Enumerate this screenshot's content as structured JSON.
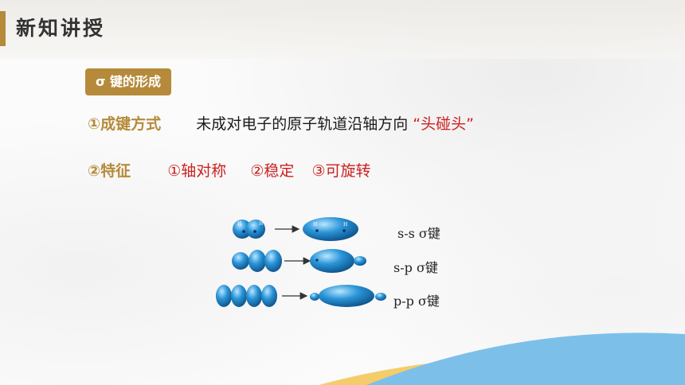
{
  "header": {
    "title": "新知讲授"
  },
  "section": {
    "tag": "σ 键的形成"
  },
  "point1": {
    "label": "①成键方式",
    "desc": "未成对电子的原子轨道沿轴方向",
    "highlight": "“头碰头”"
  },
  "point2": {
    "label": "②特征",
    "features": [
      "①轴对称",
      "②稳定",
      "③可旋转"
    ]
  },
  "diagram": {
    "rows": [
      {
        "label": "s-s  σ键",
        "left_atoms": [
          "H",
          "H"
        ],
        "right_atoms": [
          "H",
          "H"
        ]
      },
      {
        "label": "s-p  σ键"
      },
      {
        "label": "p-p  σ键"
      }
    ]
  },
  "colors": {
    "accent": "#b58a3a",
    "highlight_red": "#cc1f1f",
    "orbital_blue": "#2b95d8",
    "footer_yellow": "#f3c65a",
    "footer_blue": "#7cc0ea"
  }
}
